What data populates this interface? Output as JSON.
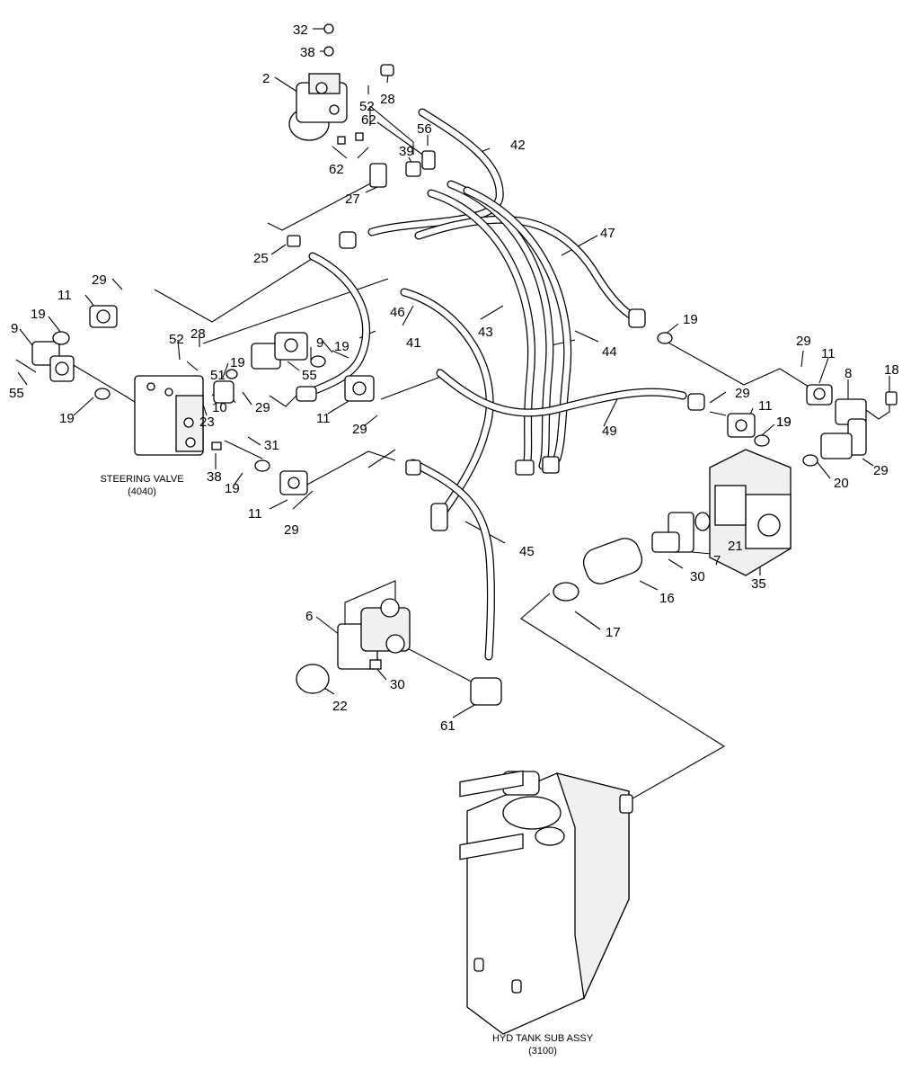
{
  "callouts": [
    {
      "id": "c-32a",
      "text": "32"
    },
    {
      "id": "c-38a",
      "text": "38"
    },
    {
      "id": "c-2",
      "text": "2"
    },
    {
      "id": "c-28a",
      "text": "28"
    },
    {
      "id": "c-52a",
      "text": "52"
    },
    {
      "id": "c-62a",
      "text": "62"
    },
    {
      "id": "c-62b",
      "text": "62"
    },
    {
      "id": "c-56",
      "text": "56"
    },
    {
      "id": "c-39",
      "text": "39"
    },
    {
      "id": "c-42",
      "text": "42"
    },
    {
      "id": "c-27",
      "text": "27"
    },
    {
      "id": "c-25",
      "text": "25"
    },
    {
      "id": "c-47",
      "text": "47"
    },
    {
      "id": "c-29a",
      "text": "29"
    },
    {
      "id": "c-11a",
      "text": "11"
    },
    {
      "id": "c-19a",
      "text": "19"
    },
    {
      "id": "c-9a",
      "text": "9"
    },
    {
      "id": "c-55a",
      "text": "55"
    },
    {
      "id": "c-52b",
      "text": "52"
    },
    {
      "id": "c-28b",
      "text": "28"
    },
    {
      "id": "c-46",
      "text": "46"
    },
    {
      "id": "c-41",
      "text": "41"
    },
    {
      "id": "c-43",
      "text": "43"
    },
    {
      "id": "c-44",
      "text": "44"
    },
    {
      "id": "c-19b",
      "text": "19"
    },
    {
      "id": "c-9b",
      "text": "9"
    },
    {
      "id": "c-19c",
      "text": "19"
    },
    {
      "id": "c-55b",
      "text": "55"
    },
    {
      "id": "c-19d",
      "text": "19"
    },
    {
      "id": "c-51",
      "text": "51"
    },
    {
      "id": "c-10",
      "text": "10"
    },
    {
      "id": "c-29b",
      "text": "29"
    },
    {
      "id": "c-23",
      "text": "23"
    },
    {
      "id": "c-11b",
      "text": "11"
    },
    {
      "id": "c-29c",
      "text": "29"
    },
    {
      "id": "c-19e",
      "text": "19"
    },
    {
      "id": "c-31",
      "text": "31"
    },
    {
      "id": "c-38b",
      "text": "38"
    },
    {
      "id": "c-19f",
      "text": "19"
    },
    {
      "id": "c-29d",
      "text": "29"
    },
    {
      "id": "c-11c",
      "text": "11"
    },
    {
      "id": "c-8",
      "text": "8"
    },
    {
      "id": "c-18",
      "text": "18"
    },
    {
      "id": "c-19g",
      "text": "19"
    },
    {
      "id": "c-29e",
      "text": "29"
    },
    {
      "id": "c-11d",
      "text": "11"
    },
    {
      "id": "c-19h",
      "text": "19"
    },
    {
      "id": "c-49",
      "text": "49"
    },
    {
      "id": "c-29f",
      "text": "29"
    },
    {
      "id": "c-20",
      "text": "20"
    },
    {
      "id": "c-11e",
      "text": "11"
    },
    {
      "id": "c-29g",
      "text": "29"
    },
    {
      "id": "c-45",
      "text": "45"
    },
    {
      "id": "c-21",
      "text": "21"
    },
    {
      "id": "c-7",
      "text": "7"
    },
    {
      "id": "c-30a",
      "text": "30"
    },
    {
      "id": "c-35",
      "text": "35"
    },
    {
      "id": "c-16",
      "text": "16"
    },
    {
      "id": "c-17",
      "text": "17"
    },
    {
      "id": "c-6",
      "text": "6"
    },
    {
      "id": "c-30b",
      "text": "30"
    },
    {
      "id": "c-22",
      "text": "22"
    },
    {
      "id": "c-61",
      "text": "61"
    }
  ],
  "captions": {
    "steering_valve": {
      "name": "STEERING VALVE",
      "ref": "(4040)"
    },
    "hyd_tank": {
      "name": "HYD TANK SUB ASSY",
      "ref": "(3100)"
    }
  }
}
